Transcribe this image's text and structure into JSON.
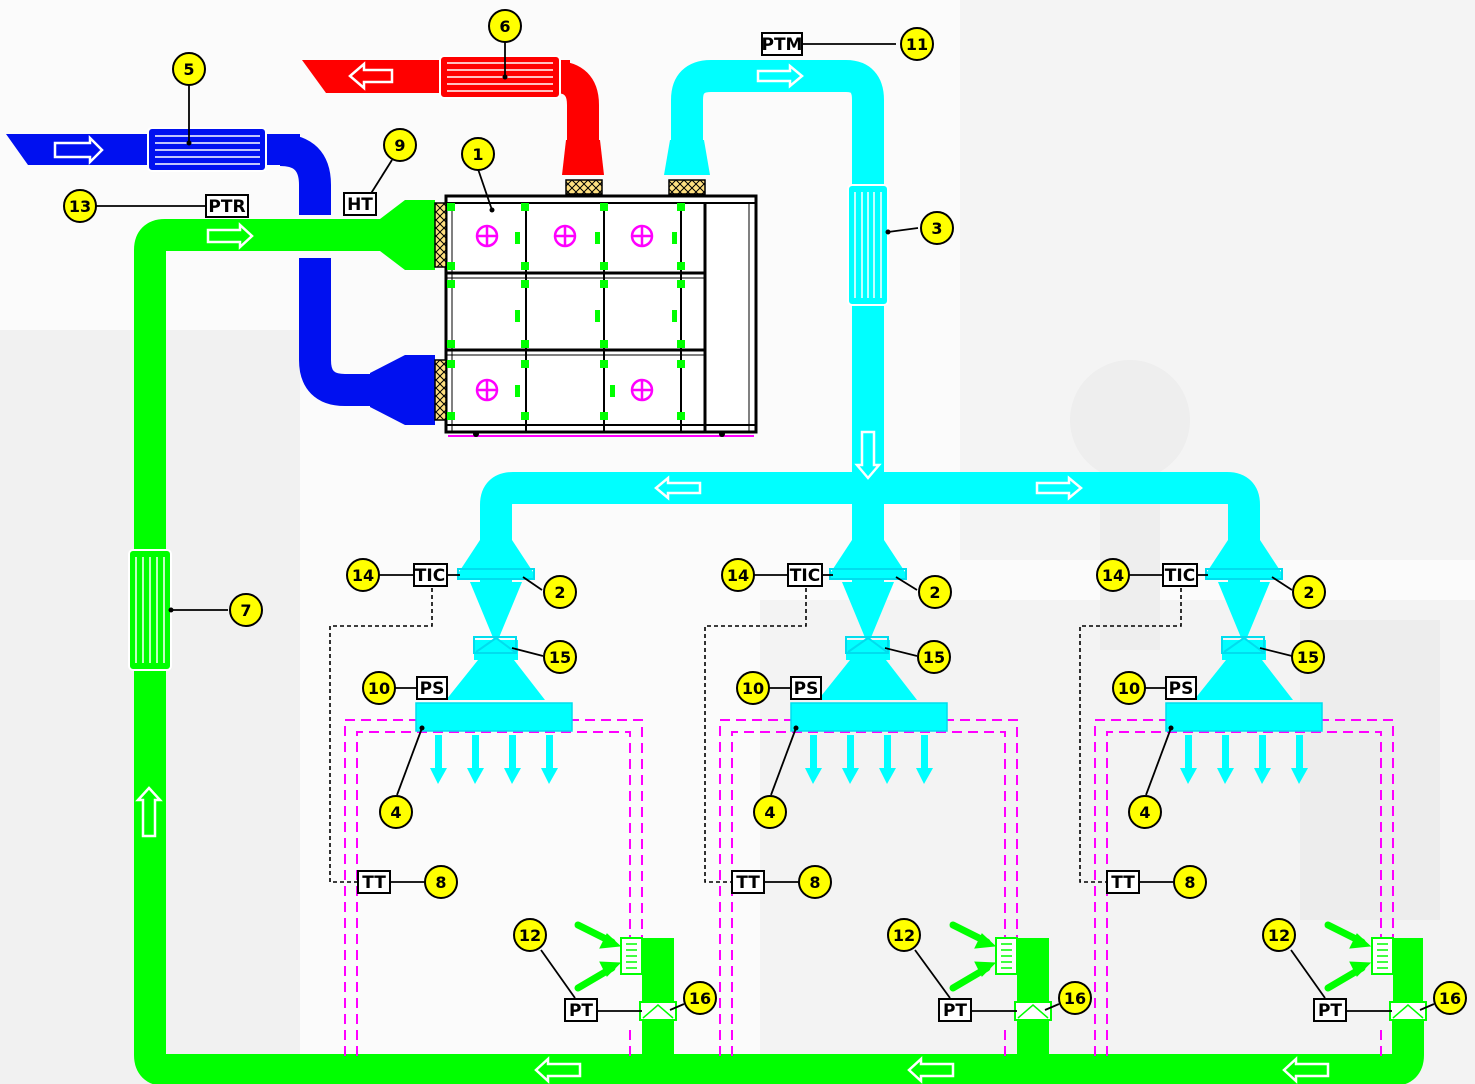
{
  "colors": {
    "outdoor_air": "#0010f0",
    "exhaust_air": "#ff0000",
    "supply_air": "#00ffff",
    "return_air": "#00ff00",
    "callout_fill": "#ffff00",
    "room_boundary": "#ff00ff",
    "damper_pattern": "#ffe080"
  },
  "callouts": {
    "c1": "1",
    "c2": "2",
    "c3": "3",
    "c4": "4",
    "c5": "5",
    "c6": "6",
    "c7": "7",
    "c8": "8",
    "c9": "9",
    "c10": "10",
    "c11": "11",
    "c12": "12",
    "c13": "13",
    "c14": "14",
    "c15": "15",
    "c16": "16"
  },
  "tags": {
    "ptm": "PTM",
    "ptr": "PTR",
    "ht": "HT",
    "tic": "TIC",
    "ps": "PS",
    "tt": "TT",
    "pt": "PT"
  },
  "icons": [
    "flow-arrow-icon",
    "fan-icon",
    "damper-icon",
    "filter-icon",
    "silencer-icon"
  ]
}
